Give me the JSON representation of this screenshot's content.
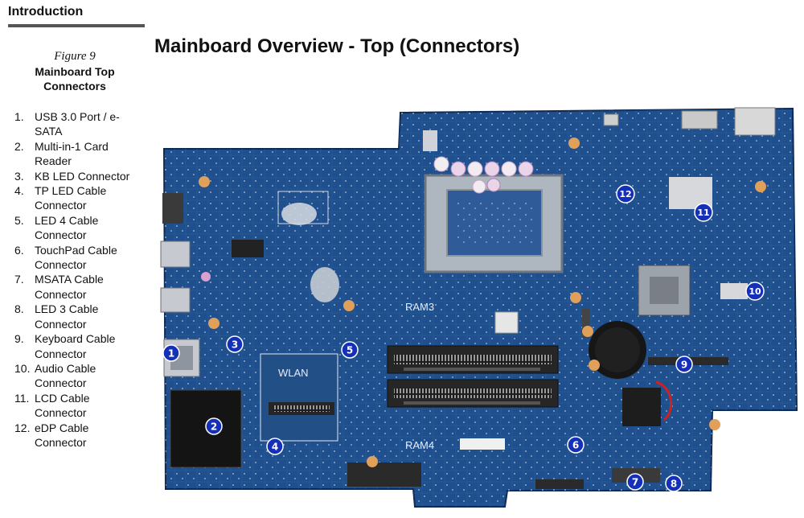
{
  "section": {
    "title": "Introduction"
  },
  "page": {
    "title": "Mainboard Overview - Top (Connectors)"
  },
  "figure": {
    "label": "Figure 9",
    "caption_line1": "Mainboard Top",
    "caption_line2": "Connectors"
  },
  "connectors": [
    {
      "num": "1.",
      "label": "USB 3.0 Port / e-SATA"
    },
    {
      "num": "2.",
      "label": "Multi-in-1 Card Reader"
    },
    {
      "num": "3.",
      "label": "KB LED Connector"
    },
    {
      "num": "4.",
      "label": "TP LED Cable Connector"
    },
    {
      "num": "5.",
      "label": "LED 4 Cable Connector"
    },
    {
      "num": "6.",
      "label": "TouchPad Cable Connector"
    },
    {
      "num": "7.",
      "label": "MSATA Cable Connector"
    },
    {
      "num": "8.",
      "label": "LED 3 Cable Connector"
    },
    {
      "num": "9.",
      "label": "Keyboard Cable Connector"
    },
    {
      "num": "10.",
      "label": "Audio Cable Connector"
    },
    {
      "num": "11.",
      "label": "LCD Cable Connector"
    },
    {
      "num": "12.",
      "label": "eDP Cable Connector"
    }
  ],
  "board": {
    "labels": {
      "ram3": "RAM3",
      "ram4": "RAM4",
      "wlan": "WLAN"
    },
    "markers": [
      "1",
      "2",
      "3",
      "4",
      "5",
      "6",
      "7",
      "8",
      "9",
      "10",
      "11",
      "12"
    ],
    "colors": {
      "pcb": "#1f4f8c",
      "marker": "#1530b8",
      "slot": "#2a2a2a"
    }
  }
}
